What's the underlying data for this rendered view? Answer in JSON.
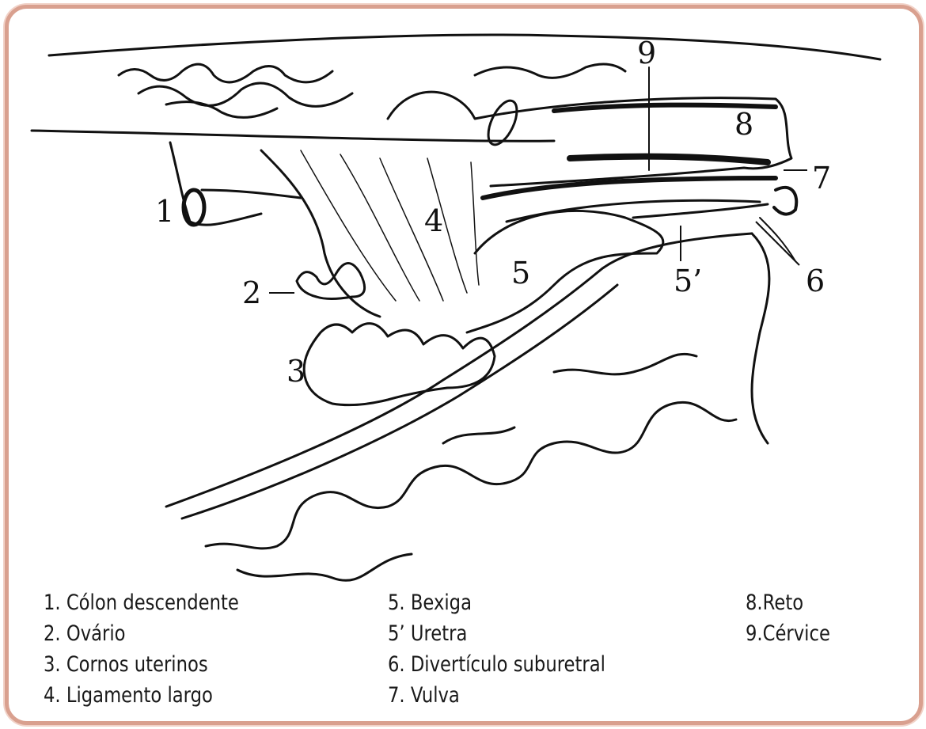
{
  "callouts": {
    "n1": "1",
    "n2": "2",
    "n3": "3",
    "n4": "4",
    "n5": "5",
    "n5p": "5’",
    "n6": "6",
    "n7": "7",
    "n8": "8",
    "n9": "9"
  },
  "legend": {
    "col1": [
      "1. Cólon descendente",
      "2. Ovário",
      "3. Cornos uterinos",
      "4. Ligamento largo"
    ],
    "col2": [
      "5. Bexiga",
      "5’ Uretra",
      "6. Divertículo suburetral",
      "7. Vulva"
    ],
    "col3": [
      "8.Reto",
      "9.Cérvice"
    ]
  },
  "colors": {
    "frame_border": "#d9a08f",
    "ink": "#111111"
  }
}
